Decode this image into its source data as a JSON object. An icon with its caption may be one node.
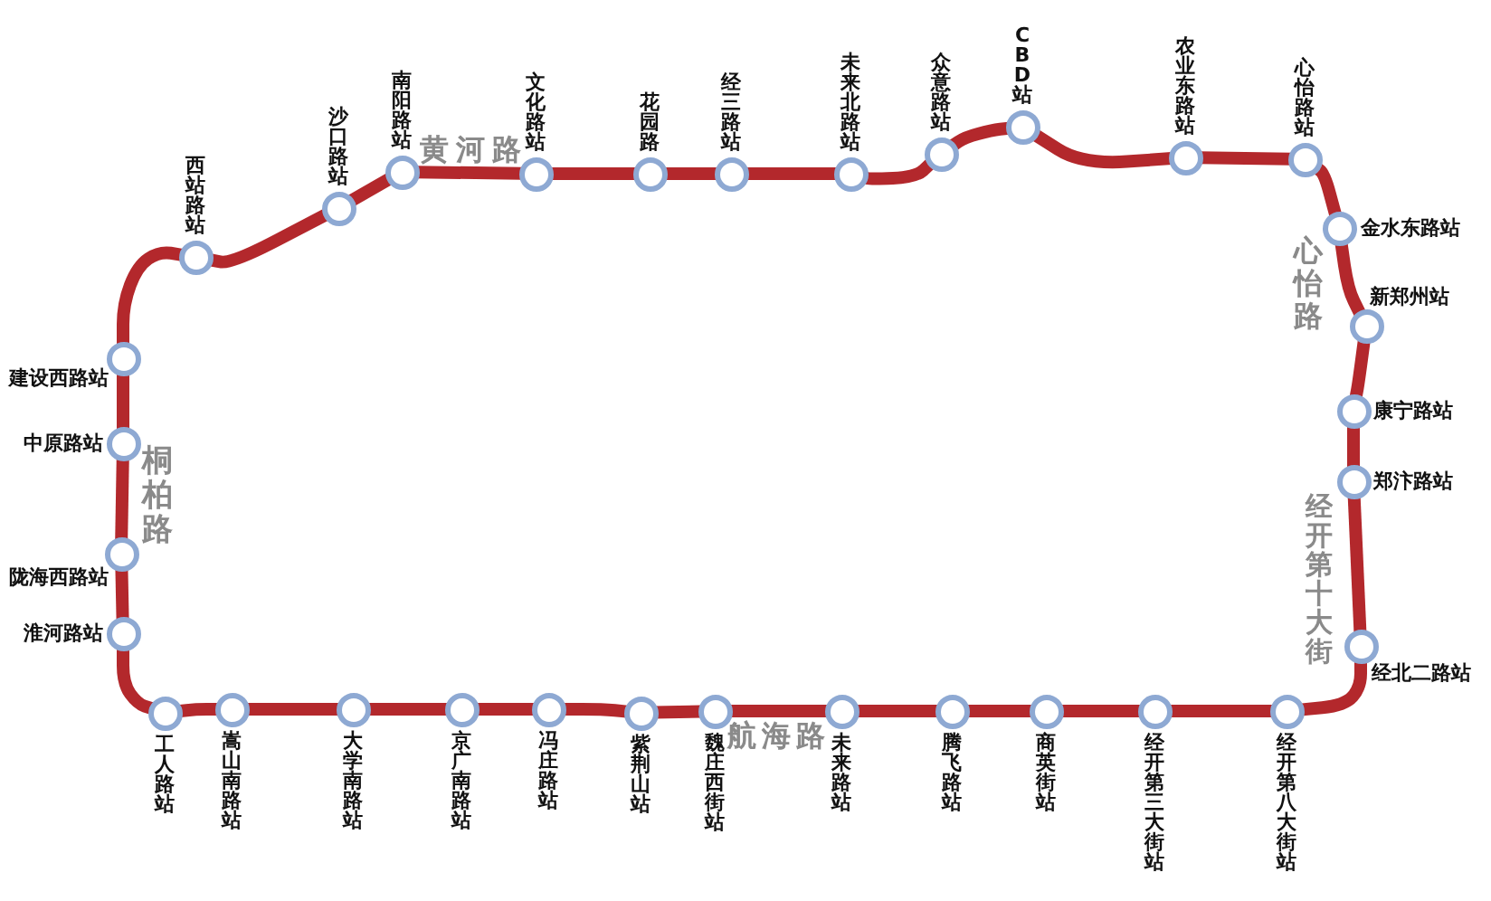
{
  "diagram": {
    "nodes": [
      {
        "text": [],
        "shape": "circle",
        "beside": [
          "西站路站"
        ]
      },
      {
        "text": [],
        "shape": "circle",
        "beside": [
          "沙口路站"
        ]
      },
      {
        "text": [],
        "shape": "circle",
        "beside": [
          "南阳路站"
        ]
      },
      {
        "text": [],
        "shape": "circle",
        "beside": [
          "文化路站"
        ]
      },
      {
        "text": [],
        "shape": "circle",
        "beside": [
          "花园路"
        ]
      },
      {
        "text": [],
        "shape": "circle",
        "beside": [
          "经三路站"
        ]
      },
      {
        "text": [],
        "shape": "circle",
        "beside": [
          "未来北路站"
        ]
      },
      {
        "text": [],
        "shape": "circle",
        "beside": [
          "众意路站"
        ]
      },
      {
        "text": [],
        "shape": "circle",
        "beside": [
          "CBD站"
        ]
      },
      {
        "text": [],
        "shape": "circle",
        "beside": [
          "农业东路站"
        ]
      },
      {
        "text": [],
        "shape": "circle",
        "beside": [
          "心怡路站"
        ]
      },
      {
        "text": [],
        "shape": "circle",
        "beside": [
          "金水东路站"
        ]
      },
      {
        "text": [],
        "shape": "circle",
        "beside": [
          "新郑州站"
        ]
      },
      {
        "text": [],
        "shape": "circle",
        "beside": [
          "康宁路站"
        ]
      },
      {
        "text": [],
        "shape": "circle",
        "beside": [
          "郑汴路站"
        ]
      },
      {
        "text": [],
        "shape": "circle",
        "beside": [
          "经北二路站"
        ]
      },
      {
        "text": [],
        "shape": "circle",
        "beside": [
          "经开第八大街站"
        ]
      },
      {
        "text": [],
        "shape": "circle",
        "beside": [
          "经开第三大街站"
        ]
      },
      {
        "text": [],
        "shape": "circle",
        "beside": [
          "商英街站"
        ]
      },
      {
        "text": [],
        "shape": "circle",
        "beside": [
          "腾飞路站"
        ]
      },
      {
        "text": [],
        "shape": "circle",
        "beside": [
          "未来路站"
        ]
      },
      {
        "text": [],
        "shape": "circle",
        "beside": [
          "魏庄西街站"
        ]
      },
      {
        "text": [],
        "shape": "circle",
        "beside": [
          "紫荆山站"
        ]
      },
      {
        "text": [],
        "shape": "circle",
        "beside": [
          "冯庄路站"
        ]
      },
      {
        "text": [],
        "shape": "circle",
        "beside": [
          "京广南路站"
        ]
      },
      {
        "text": [],
        "shape": "circle",
        "beside": [
          "大学南路站"
        ]
      },
      {
        "text": [],
        "shape": "circle",
        "beside": [
          "嵩山南路站"
        ]
      },
      {
        "text": [],
        "shape": "circle",
        "beside": [
          "工人路站"
        ]
      },
      {
        "text": [],
        "shape": "circle",
        "beside": [
          "淮河路站"
        ]
      },
      {
        "text": [],
        "shape": "circle",
        "beside": [
          "陇海西路站"
        ]
      },
      {
        "text": [],
        "shape": "circle",
        "beside": [
          "中原路站"
        ]
      },
      {
        "text": [],
        "shape": "circle",
        "beside": [
          "建设西路站"
        ]
      }
    ],
    "edges": [
      {
        "from": 0,
        "to": 1,
        "arrow": "none"
      },
      {
        "from": 1,
        "to": 2,
        "arrow": "none"
      },
      {
        "from": 2,
        "to": 3,
        "arrow": "none"
      },
      {
        "from": 3,
        "to": 4,
        "arrow": "none"
      },
      {
        "from": 4,
        "to": 5,
        "arrow": "none"
      },
      {
        "from": 5,
        "to": 6,
        "arrow": "none"
      },
      {
        "from": 6,
        "to": 7,
        "arrow": "none"
      },
      {
        "from": 7,
        "to": 8,
        "arrow": "none"
      },
      {
        "from": 8,
        "to": 9,
        "arrow": "none"
      },
      {
        "from": 9,
        "to": 10,
        "arrow": "none"
      },
      {
        "from": 10,
        "to": 11,
        "arrow": "none"
      },
      {
        "from": 11,
        "to": 12,
        "arrow": "none"
      },
      {
        "from": 12,
        "to": 13,
        "arrow": "none"
      },
      {
        "from": 13,
        "to": 14,
        "arrow": "none"
      },
      {
        "from": 14,
        "to": 15,
        "arrow": "none"
      },
      {
        "from": 15,
        "to": 16,
        "arrow": "none"
      },
      {
        "from": 16,
        "to": 17,
        "arrow": "none"
      },
      {
        "from": 17,
        "to": 18,
        "arrow": "none"
      },
      {
        "from": 18,
        "to": 19,
        "arrow": "none"
      },
      {
        "from": 19,
        "to": 20,
        "arrow": "none"
      },
      {
        "from": 20,
        "to": 21,
        "arrow": "none"
      },
      {
        "from": 21,
        "to": 22,
        "arrow": "none"
      },
      {
        "from": 22,
        "to": 23,
        "arrow": "none"
      },
      {
        "from": 23,
        "to": 24,
        "arrow": "none"
      },
      {
        "from": 24,
        "to": 25,
        "arrow": "none"
      },
      {
        "from": 25,
        "to": 26,
        "arrow": "none"
      },
      {
        "from": 26,
        "to": 27,
        "arrow": "none"
      },
      {
        "from": 27,
        "to": 28,
        "arrow": "none"
      },
      {
        "from": 28,
        "to": 29,
        "arrow": "none"
      },
      {
        "from": 29,
        "to": 30,
        "arrow": "none"
      },
      {
        "from": 30,
        "to": 31,
        "arrow": "none"
      },
      {
        "from": 31,
        "to": 0,
        "arrow": "none"
      }
    ],
    "labels": [
      "黄河路",
      "心怡路",
      "桐柏路",
      "经开第十大街",
      "航海路"
    ]
  }
}
